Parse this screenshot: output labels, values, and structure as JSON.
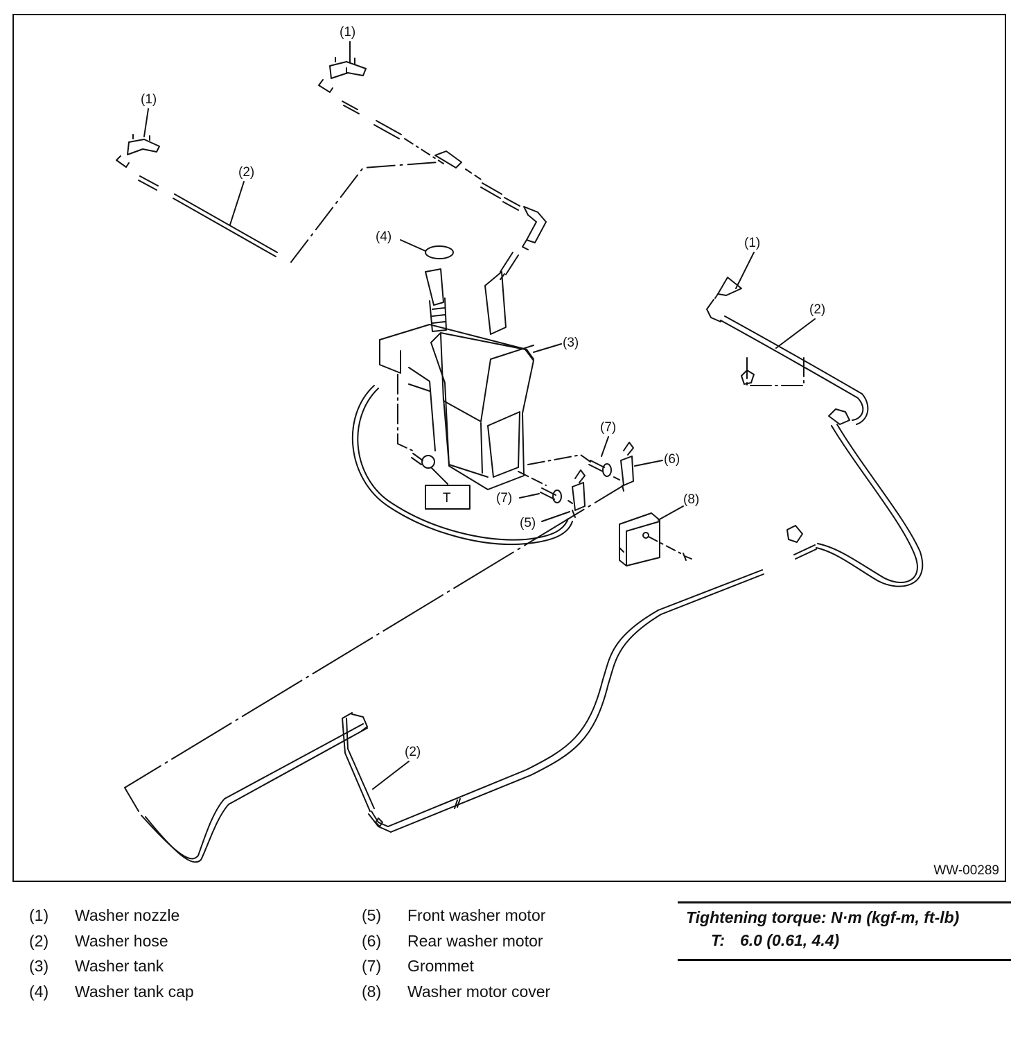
{
  "diagram": {
    "figure_id": "WW-00289",
    "callouts": {
      "nozzle_top": "(1)",
      "nozzle_left": "(1)",
      "nozzle_right": "(1)",
      "hose_left": "(2)",
      "hose_right": "(2)",
      "hose_bottom": "(2)",
      "tank": "(3)",
      "cap": "(4)",
      "front_motor": "(5)",
      "rear_motor": "(6)",
      "grommet_upper": "(7)",
      "grommet_lower": "(7)",
      "cover": "(8)",
      "torque_box": "T"
    }
  },
  "legend": {
    "left": [
      {
        "num": "(1)",
        "label": "Washer nozzle"
      },
      {
        "num": "(2)",
        "label": "Washer hose"
      },
      {
        "num": "(3)",
        "label": "Washer tank"
      },
      {
        "num": "(4)",
        "label": "Washer tank cap"
      }
    ],
    "right": [
      {
        "num": "(5)",
        "label": "Front washer motor"
      },
      {
        "num": "(6)",
        "label": "Rear washer motor"
      },
      {
        "num": "(7)",
        "label": "Grommet"
      },
      {
        "num": "(8)",
        "label": "Washer motor cover"
      }
    ]
  },
  "torque": {
    "title": "Tightening torque: N·m (kgf-m, ft-lb)",
    "key": "T:",
    "value": "6.0 (0.61, 4.4)"
  }
}
